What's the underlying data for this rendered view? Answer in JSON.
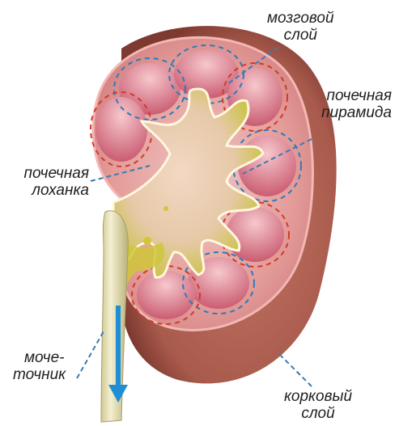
{
  "labels": {
    "medulla": [
      "мозговой",
      "слой"
    ],
    "pyramid": [
      "почечная",
      "пирамида"
    ],
    "pelvis": [
      "почечная",
      "лоханка"
    ],
    "ureter": [
      "моче-",
      "точник"
    ],
    "cortex": [
      "корковый",
      "слой"
    ]
  },
  "colors": {
    "capsule": "#a85a4c",
    "capsule_dark": "#7e3a30",
    "cortex": "#d98a8a",
    "cortex_light": "#eec3c0",
    "pyramid": "#c9546a",
    "pyramid_light": "#f0b4bc",
    "pelvis": "#d6d04a",
    "pelvis_light": "#f2ecb4",
    "ureter": "#ece6bc",
    "dashed_blue": "#2b7bbd",
    "dashed_red": "#d33a2a",
    "arrow": "#1e8fd6",
    "leader": "#3a7bb0"
  }
}
